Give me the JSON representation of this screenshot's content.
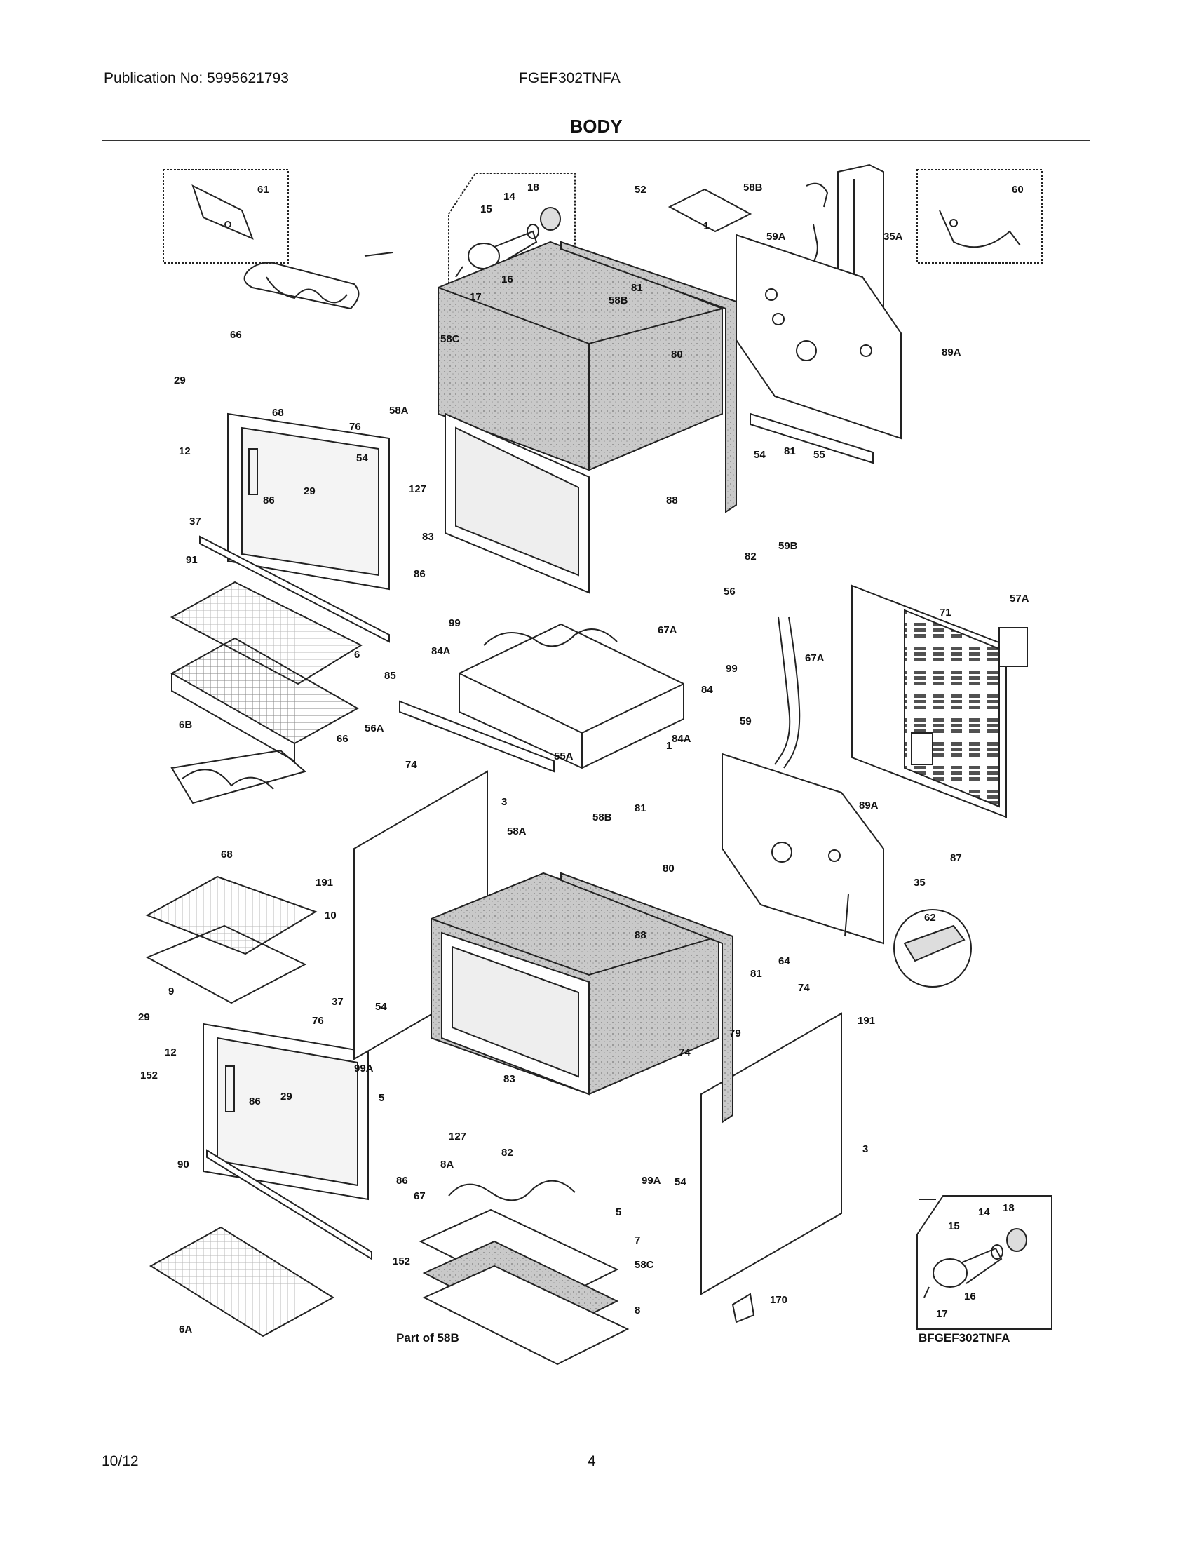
{
  "header": {
    "publication": "Publication No: 5995621793",
    "model": "FGEF302TNFA",
    "title": "BODY"
  },
  "footer": {
    "date": "10/12",
    "page": "4"
  },
  "diagram": {
    "figure_code": "BFGEF302TNFA",
    "part_of_note": "Part of 58B",
    "callouts": [
      "61",
      "60",
      "18",
      "14",
      "15",
      "16",
      "17",
      "52",
      "58B",
      "35A",
      "59A",
      "1",
      "89A",
      "66",
      "29",
      "68",
      "12",
      "76",
      "58C",
      "58A",
      "54",
      "81",
      "80",
      "55",
      "86",
      "37",
      "127",
      "83",
      "91",
      "6",
      "88",
      "82",
      "99",
      "59B",
      "56",
      "84A",
      "67A",
      "6B",
      "85",
      "84",
      "56A",
      "55A",
      "71",
      "57A",
      "67A",
      "59",
      "89A",
      "87",
      "35",
      "74",
      "3",
      "191",
      "58B",
      "58A",
      "81",
      "80",
      "88",
      "10",
      "62",
      "64",
      "9",
      "99A",
      "79",
      "5",
      "152",
      "90",
      "8A",
      "67",
      "7",
      "58C",
      "8",
      "170",
      "6A",
      "52"
    ],
    "colors": {
      "line": "#222222",
      "shade": "#bdbdbd",
      "background": "#ffffff"
    }
  }
}
